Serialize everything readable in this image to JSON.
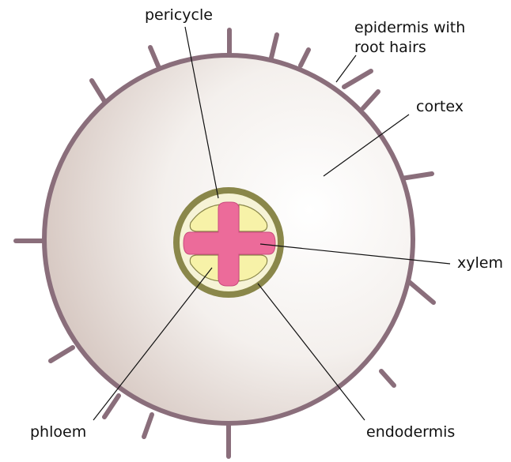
{
  "labels": {
    "pericycle": "pericycle",
    "epidermis_line1": "epidermis with",
    "epidermis_line2": "root hairs",
    "cortex": "cortex",
    "xylem": "xylem",
    "phloem": "phloem",
    "endodermis": "endodermis"
  },
  "colors": {
    "epidermis": "#8a6e7b",
    "cortex_light": "#f7f5f3",
    "cortex_shade": "#d9ccc6",
    "endodermis": "#8a874a",
    "pericycle": "#f6f3d6",
    "phloem": "#f7f2a8",
    "xylem": "#ec6b9a",
    "leader": "#111111"
  }
}
